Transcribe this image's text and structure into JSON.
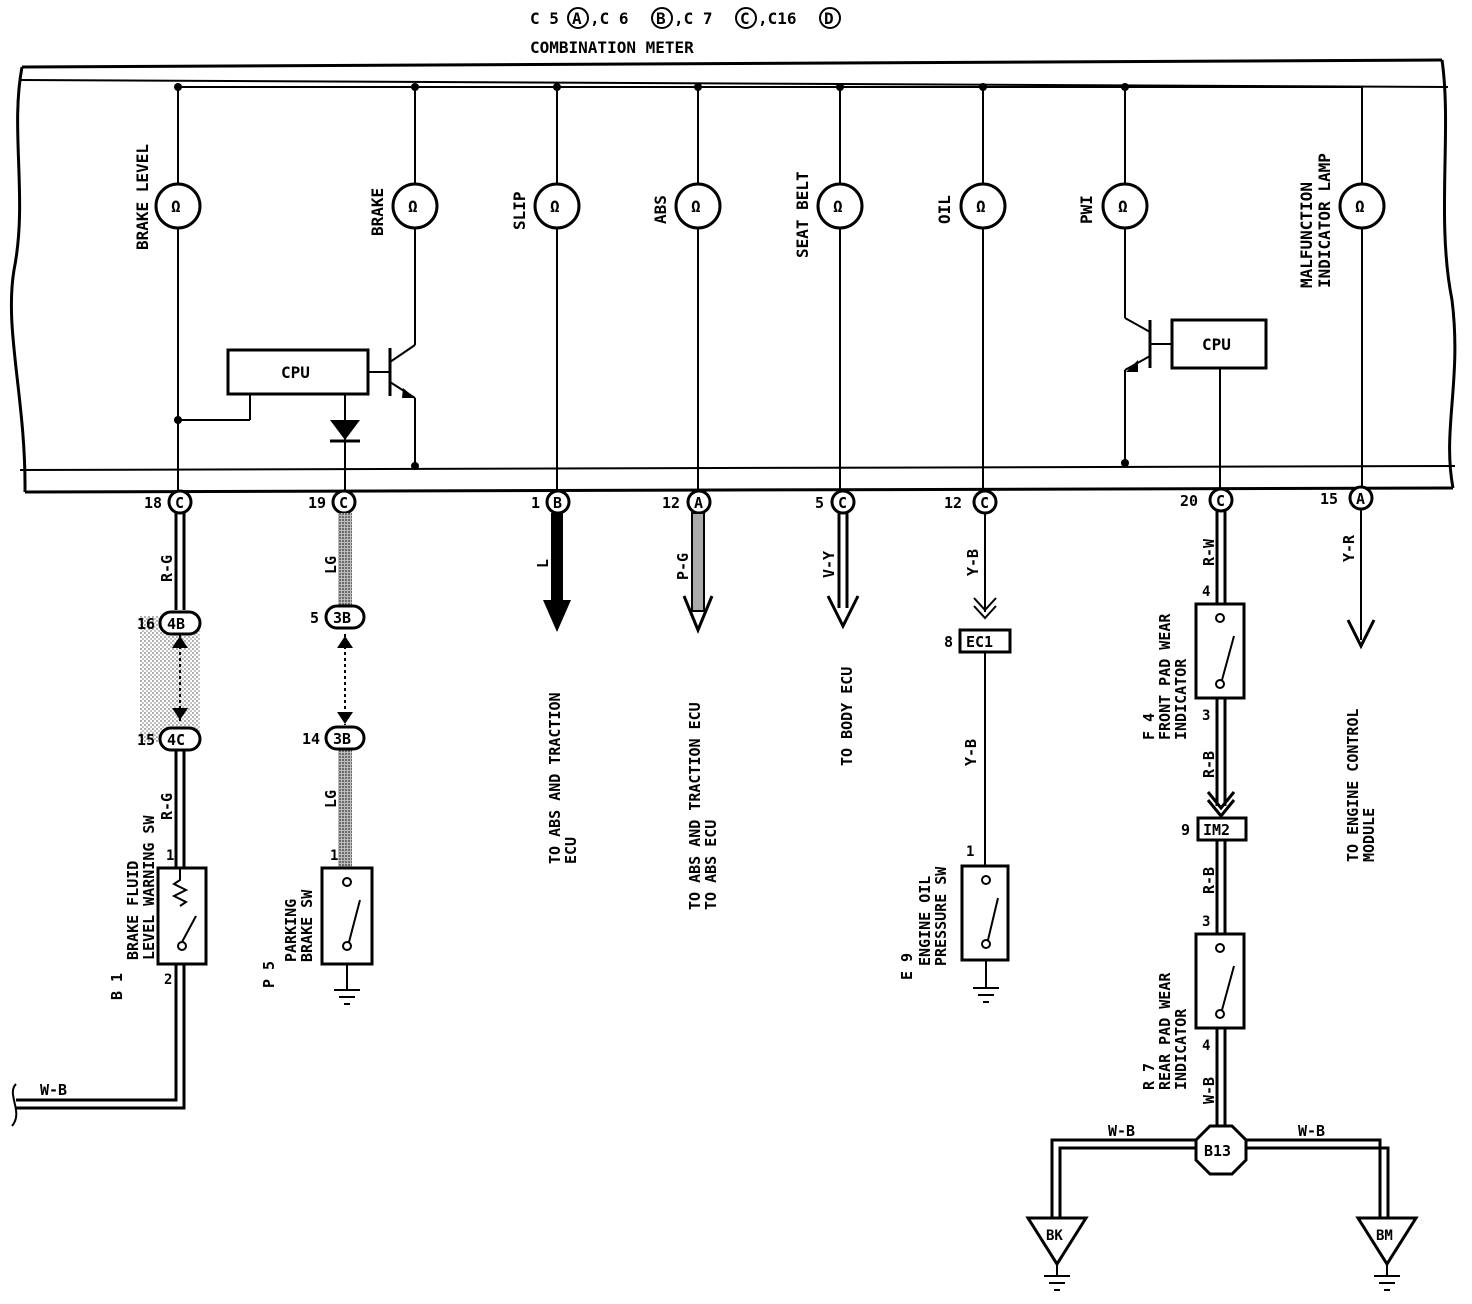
{
  "header": {
    "connectors": [
      {
        "prefix": "C 5",
        "letter": "A"
      },
      {
        "prefix": ",C 6",
        "letter": "B"
      },
      {
        "prefix": ",C 7",
        "letter": "C"
      },
      {
        "prefix": ",C16",
        "letter": "D"
      }
    ],
    "title": "COMBINATION METER"
  },
  "lamps": [
    {
      "label": "BRAKE LEVEL",
      "label2": ""
    },
    {
      "label": "BRAKE",
      "label2": ""
    },
    {
      "label": "SLIP",
      "label2": ""
    },
    {
      "label": "ABS",
      "label2": ""
    },
    {
      "label": "SEAT BELT",
      "label2": ""
    },
    {
      "label": "OIL",
      "label2": ""
    },
    {
      "label": "PWI",
      "label2": ""
    },
    {
      "label": "MALFUNCTION",
      "label2": "INDICATOR LAMP"
    }
  ],
  "lamp_symbol": "Ω",
  "cpu_label": "CPU",
  "terminals": [
    {
      "pin": "18",
      "conn": "C"
    },
    {
      "pin": "19",
      "conn": "C"
    },
    {
      "pin": "1",
      "conn": "B"
    },
    {
      "pin": "12",
      "conn": "A"
    },
    {
      "pin": "5",
      "conn": "C"
    },
    {
      "pin": "12",
      "conn": "C"
    },
    {
      "pin": "20",
      "conn": "C"
    },
    {
      "pin": "15",
      "conn": "A"
    }
  ],
  "wire_colors": {
    "c1_top": "R-G",
    "c1_bot": "R-G",
    "c1_ground": "W-B",
    "c2_top": "LG",
    "c2_bot": "LG",
    "c3": "L",
    "c4": "P-G",
    "c5": "V-Y",
    "c6_top": "Y-B",
    "c6_bot": "Y-B",
    "c7_top": "R-W",
    "c7_mid": "R-B",
    "c7_low": "R-B",
    "c7_bot": "W-B",
    "c8": "Y-R",
    "ground_left": "W-B",
    "ground_right": "W-B"
  },
  "junctions": {
    "j1_top": {
      "pin": "16",
      "label": "4B"
    },
    "j1_bot": {
      "pin": "15",
      "label": "4C"
    },
    "j2_top": {
      "pin": "5",
      "label": "3B"
    },
    "j2_bot": {
      "pin": "14",
      "label": "3B"
    },
    "ec1": {
      "pin": "8",
      "label": "EC1"
    },
    "im2": {
      "pin": "9",
      "label": "IM2"
    }
  },
  "destinations": {
    "c3_l1": "TO ABS AND TRACTION",
    "c3_l2": "ECU",
    "c4_l1": "TO ABS AND TRACTION ECU",
    "c4_l2": "TO ABS ECU",
    "c5_l1": "TO BODY ECU",
    "c8_l1": "TO ENGINE CONTROL",
    "c8_l2": "MODULE"
  },
  "components": {
    "b1": {
      "code": "B 1",
      "l1": "BRAKE FLUID",
      "l2": "LEVEL WARNING SW",
      "pin_top": "1",
      "pin_bot": "2"
    },
    "p5": {
      "code": "P 5",
      "l1": "PARKING",
      "l2": "BRAKE SW",
      "pin_top": "1"
    },
    "e9": {
      "code": "E 9",
      "l1": "ENGINE OIL",
      "l2": "PRESSURE SW",
      "pin_top": "1"
    },
    "f4": {
      "code": "F 4",
      "l1": "FRONT PAD WEAR",
      "l2": "INDICATOR",
      "pin_top": "4",
      "pin_bot": "3"
    },
    "r7": {
      "code": "R 7",
      "l1": "REAR PAD WEAR",
      "l2": "INDICATOR",
      "pin_top": "3",
      "pin_bot": "4"
    }
  },
  "ground_points": {
    "splice": "B13",
    "left": "BK",
    "right": "BM"
  }
}
